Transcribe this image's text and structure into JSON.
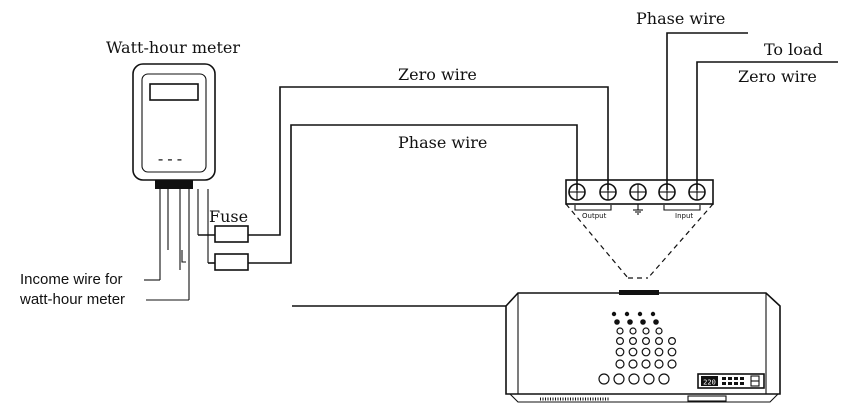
{
  "labels": {
    "meter_title": "Watt-hour meter",
    "zero_wire_mid": "Zero wire",
    "phase_wire_mid": "Phase wire",
    "phase_wire_top": "Phase wire",
    "to_load": "To load",
    "zero_wire_right": "Zero wire",
    "fuse": "Fuse",
    "income_wire_line1": "Income wire for",
    "income_wire_line2": "watt-hour meter",
    "terminal_output": "Output",
    "terminal_input": "Input"
  },
  "meter_display": "---",
  "panel_digits": "220"
}
